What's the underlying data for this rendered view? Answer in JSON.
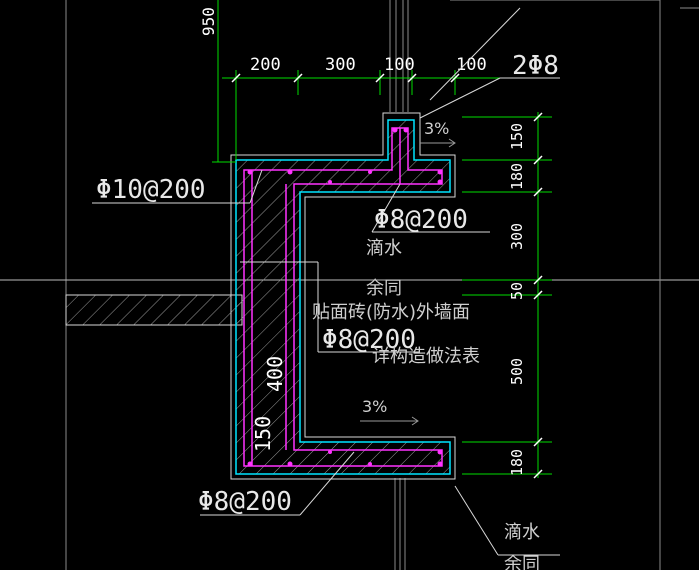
{
  "colors": {
    "background": "#000000",
    "concrete_outline": "#00e5ff",
    "rebar": "#ff33ff",
    "dimension": "#00dd00",
    "text": "#ffffff",
    "white_line": "#d8d8d8",
    "grey_line": "#8a8a8a"
  },
  "top_dims": {
    "d1": "200",
    "d2": "300",
    "d3": "100",
    "d4": "100"
  },
  "right_dims": {
    "d1": "150",
    "d2": "180",
    "d3": "300",
    "d4": "50",
    "d5": "500",
    "d6": "180"
  },
  "left_dim": "950",
  "rebar_labels": {
    "top_bar": "2Φ8",
    "upper_slab": "Φ10@200",
    "upright_stirrup": "Φ8@200",
    "vertical_wall": "Φ8@200",
    "bottom_slab": "Φ8@200"
  },
  "slopes": {
    "upper": "3%",
    "lower": "3%"
  },
  "notes": {
    "drip_upper": "滴水",
    "remaining_same": "余同",
    "facing_tile": "贴面砖(防水)外墙面",
    "see_table": "详构造做法表",
    "drip_lower": "滴水",
    "remaining_same_lower": "余同"
  },
  "section_dims": {
    "wall_height": "400",
    "bottom_thickness": "150"
  }
}
